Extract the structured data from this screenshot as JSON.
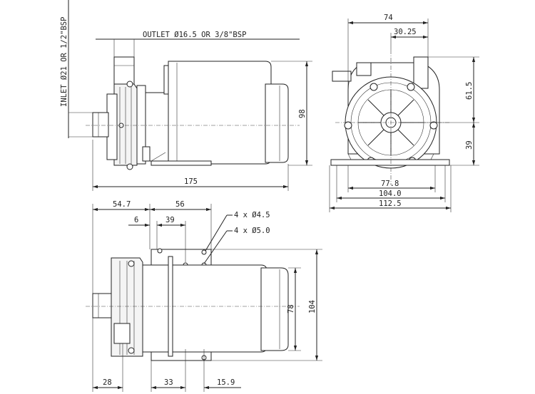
{
  "labels": {
    "inlet": "INLET Ø21 OR 1/2\"BSP",
    "outlet": "OUTLET Ø16.5 OR 3/8\"BSP",
    "hole_a": "4 x Ø4.5",
    "hole_b": "4 x Ø5.0"
  },
  "dims": {
    "side_length": "175",
    "side_height": "98",
    "end_width_top": "74",
    "end_offset": "30.25",
    "end_h_upper": "61.5",
    "end_h_lower": "39",
    "end_w_1": "77.8",
    "end_w_2": "104.0",
    "end_w_3": "112.5",
    "plan_547": "54.7",
    "plan_56": "56",
    "plan_6": "6",
    "plan_39": "39",
    "plan_78": "78",
    "plan_104": "104",
    "plan_28": "28",
    "plan_33": "33",
    "plan_159": "15.9"
  }
}
